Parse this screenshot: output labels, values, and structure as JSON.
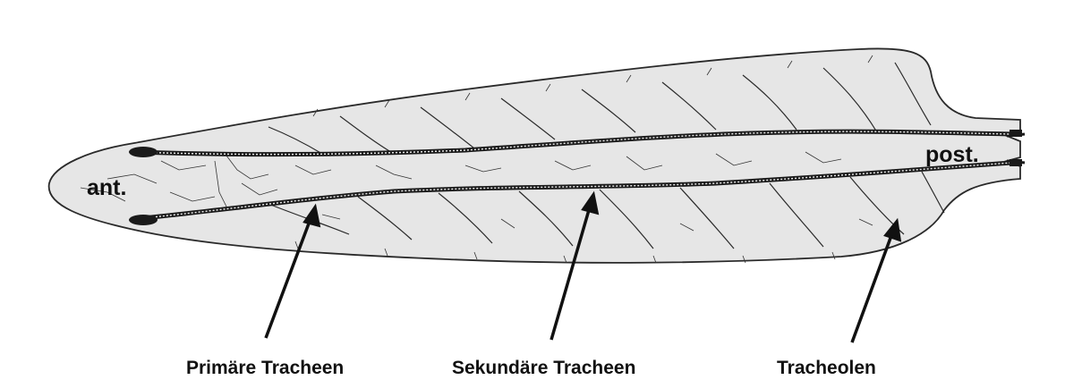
{
  "labels": {
    "anterior": "ant.",
    "posterior": "post."
  },
  "captions": {
    "primary": "Primäre Tracheen",
    "secondary": "Sekundäre Tracheen",
    "tracheoles": "Tracheolen"
  },
  "colors": {
    "body_fill": "#e6e6e6",
    "outline": "#2a2a2a",
    "trachea": "#1a1a1a",
    "text": "#111111"
  }
}
